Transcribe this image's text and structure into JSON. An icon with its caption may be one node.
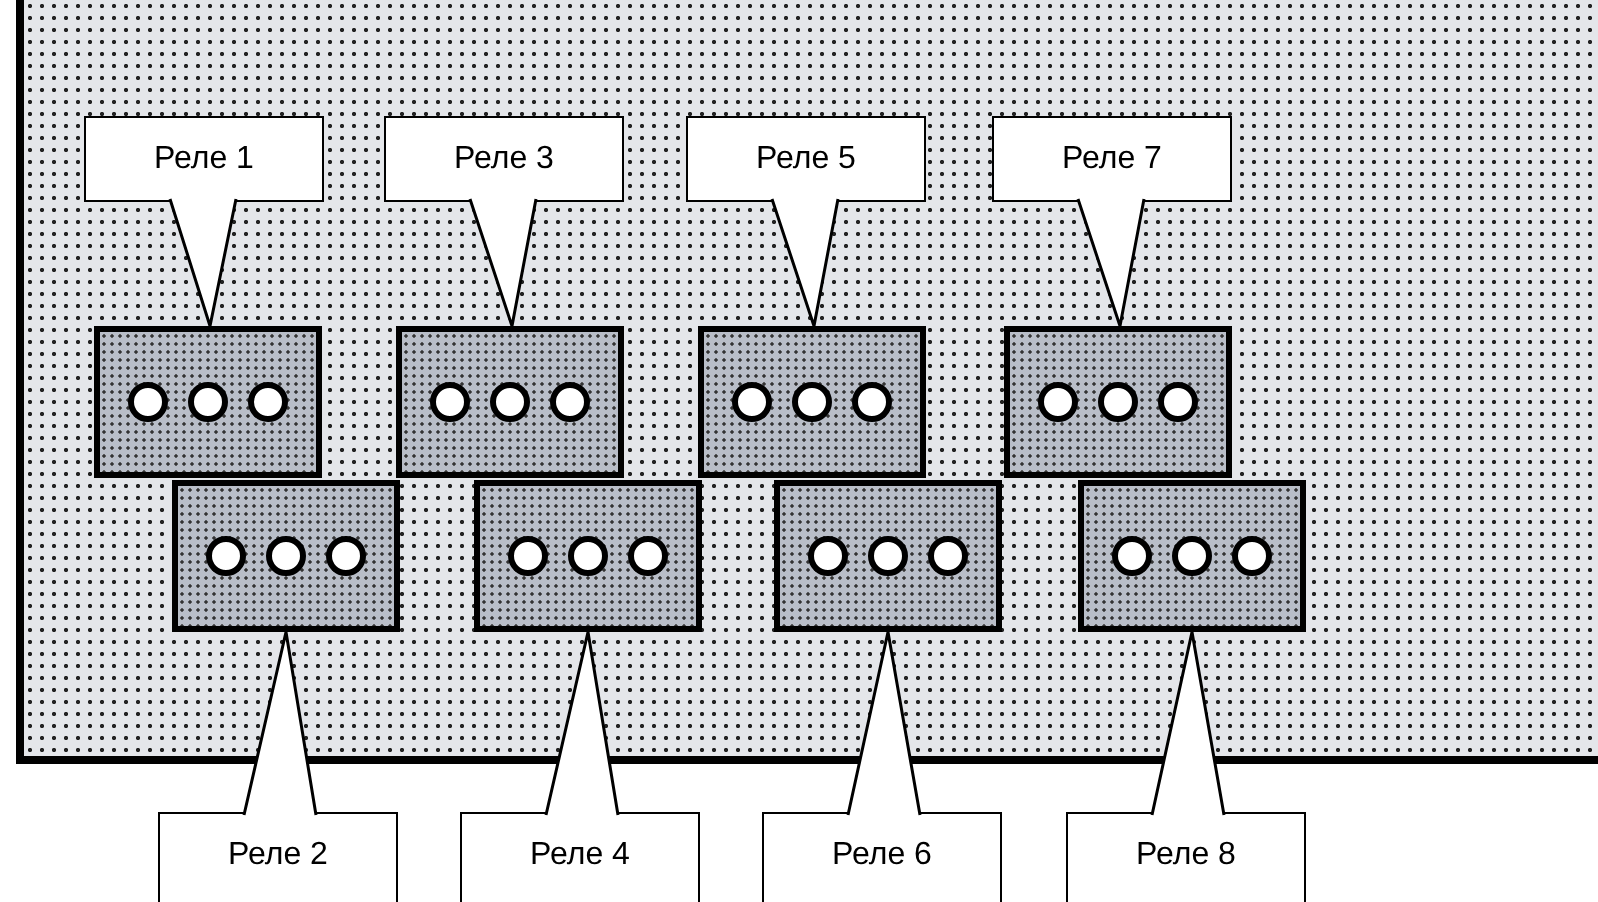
{
  "diagram": {
    "nodes": [
      {
        "text": [
          "Реле 1"
        ]
      },
      {
        "text": [
          "Реле 3"
        ]
      },
      {
        "text": [
          "Реле 5"
        ]
      },
      {
        "text": [
          "Реле 7"
        ]
      },
      {
        "text": [],
        "shape": "box"
      },
      {
        "text": [],
        "shape": "box"
      },
      {
        "text": [],
        "shape": "box"
      },
      {
        "text": [],
        "shape": "box"
      },
      {
        "text": [],
        "shape": "box"
      },
      {
        "text": [],
        "shape": "box"
      },
      {
        "text": [],
        "shape": "box"
      },
      {
        "text": [],
        "shape": "box"
      },
      {
        "text": [
          "Реле 2"
        ]
      },
      {
        "text": [
          "Реле 4"
        ]
      },
      {
        "text": [
          "Реле 6"
        ]
      },
      {
        "text": [
          "Реле 8"
        ]
      }
    ],
    "edges": [
      {
        "from": 0,
        "to": 4,
        "arrow": "none"
      },
      {
        "from": 1,
        "to": 5,
        "arrow": "none"
      },
      {
        "from": 2,
        "to": 6,
        "arrow": "none"
      },
      {
        "from": 3,
        "to": 7,
        "arrow": "none"
      },
      {
        "from": 12,
        "to": 8,
        "arrow": "none"
      },
      {
        "from": 13,
        "to": 9,
        "arrow": "none"
      },
      {
        "from": 14,
        "to": 10,
        "arrow": "none"
      },
      {
        "from": 15,
        "to": 11,
        "arrow": "none"
      }
    ]
  }
}
